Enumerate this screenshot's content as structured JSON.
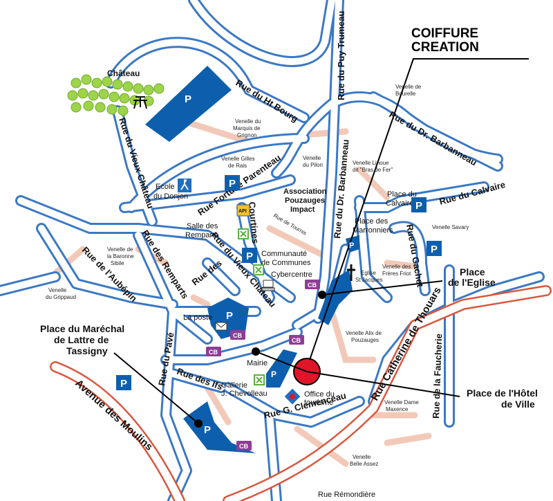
{
  "colors": {
    "road_blue": "#3b78c4",
    "road_red": "#d9573e",
    "pedestrian_pink": "#f2c9b8",
    "parking_blue": "#0d5fae",
    "cb_purple": "#8e3d95",
    "highlight_red": "#e0152a",
    "tree_green": "#9dd44a"
  },
  "callouts": {
    "shop": [
      "COIFFURE",
      "CREATION"
    ],
    "place_eglise": [
      "Place",
      "de l'Eglise"
    ],
    "place_hotel": [
      "Place de l'Hôtel",
      "de Ville"
    ],
    "place_marechal": [
      "Place du Maréchal",
      "de Lattre de",
      "Tassigny"
    ]
  },
  "streets": {
    "puy_trumeau": "Rue du Puy Trumeau",
    "ht_bourg": "Rue du Ht Bourg",
    "vieux_chateau_n": "Rue du Vieux Château",
    "dr_barbanneau_v": "Rue du Dr. Barbanneau",
    "dr_barbanneau_h": "Rue du Dr. Barbanneau",
    "fortune": "Rue Fortuné Parenteau",
    "calvaire": "Rue du Calvaire",
    "remparts": "Rue des Remparts",
    "aubepin": "Rue de l'Aubépin",
    "courtines": "Courtines",
    "rue_des": "Rue des",
    "vieux_chateau_s": "Rue du Vieux Château",
    "gachet": "Rue du Gachet",
    "catherine": "Rue Catherine de Thouars",
    "faucherie": "Rue de la Faucherie",
    "pave": "Rue du Pavé",
    "ifs": "Rue des Ifs",
    "moulins": "Avenue des Moulins",
    "clemenceau": "Rue G. Clemenceau",
    "remondiere": "Rue Rémondière",
    "tournis": "Rue de Tournis"
  },
  "places": {
    "chateau": "Château",
    "ecole": [
      "Ecole",
      "du Donjon"
    ],
    "association": [
      "Association",
      "Pouzauges",
      "Impact"
    ],
    "salle": [
      "Salle des",
      "Remparts"
    ],
    "communaute": [
      "Communauté",
      "de Communes"
    ],
    "cyber": "Cybercentre",
    "poste": "La poste",
    "marronniers": [
      "Place des",
      "Marronniers"
    ],
    "calvaire": [
      "Place du",
      "Calvaire"
    ],
    "mairie": "Mairie",
    "galerie": [
      "Gallerie",
      "J. Chevolleau"
    ],
    "office": [
      "Office du",
      "tourisme"
    ],
    "eglise": [
      "Eglise",
      "St Jacques"
    ]
  },
  "venelles": {
    "marquis": [
      "Venelle du",
      "Marquis de",
      "Grignon"
    ],
    "gilles": [
      "Venelle Gilles",
      "de Rais"
    ],
    "pilori": [
      "Venelle",
      "du Pilori"
    ],
    "bourelle": [
      "Venelle de",
      "Bourelle"
    ],
    "linoue": [
      "Venelle Linoue",
      "dit \"Bras de Fer\""
    ],
    "savary": "Venelle Savary",
    "freres": [
      "Venelle des",
      "Frères Friot"
    ],
    "baronne": [
      "Venelle de",
      "la Baronne",
      "Sibile"
    ],
    "grippaud": [
      "Venelle",
      "du Grippaud"
    ],
    "alix": [
      "Venelle Alix de",
      "Pouzauges"
    ],
    "dame": [
      "Venelle Dame",
      "Maxence"
    ],
    "belle": [
      "Venelle",
      "Belle Assez"
    ]
  },
  "icons": {
    "parking": "P",
    "cash": "CB",
    "api": "API"
  }
}
